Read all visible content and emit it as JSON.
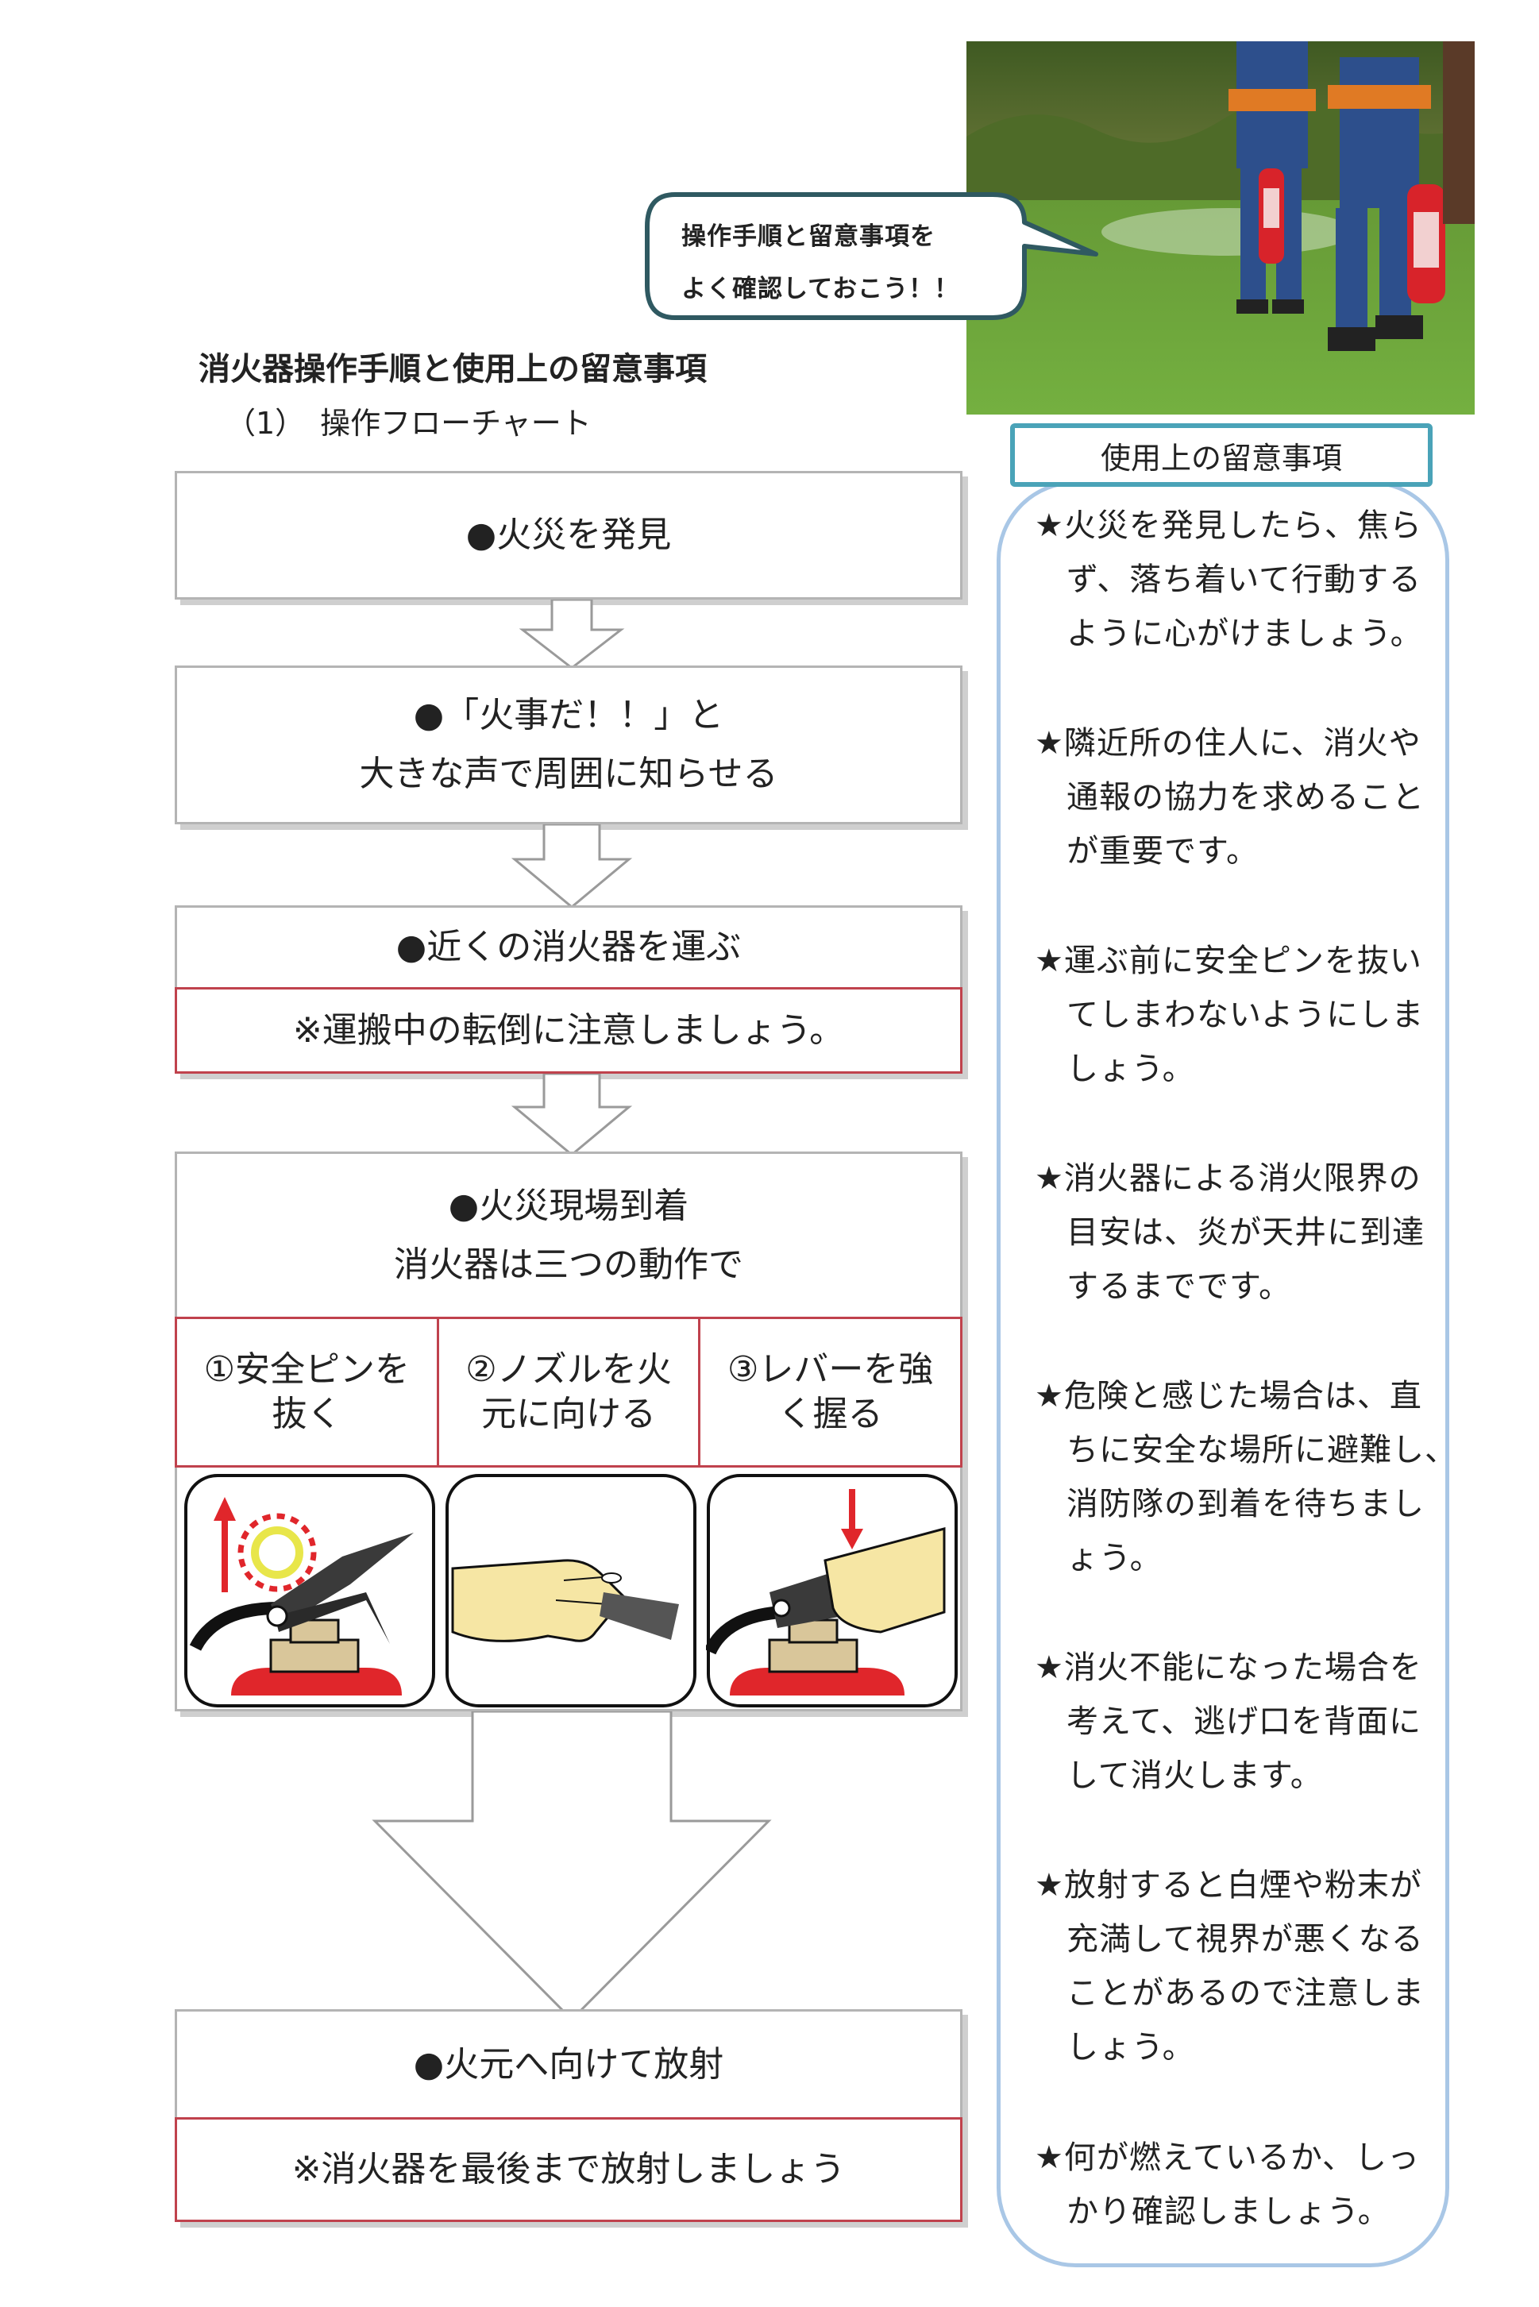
{
  "bubble": {
    "line1": "操作手順と留意事項を",
    "line2": "よく確認しておこう！！"
  },
  "heading": {
    "title": "消火器操作手順と使用上の留意事項",
    "subtitle": "（1）　操作フローチャート"
  },
  "flow": {
    "step1": "●火災を発見",
    "step2_line1": "●「火事だ！！」と",
    "step2_line2": "大きな声で周囲に知らせる",
    "step3": "●近くの消火器を運ぶ",
    "step3_note": "※運搬中の転倒に注意しましょう。",
    "step4_line1": "●火災現場到着",
    "step4_line2": "消火器は三つの動作で",
    "actions": [
      {
        "line1": "①安全ピンを",
        "line2": "抜く"
      },
      {
        "line1": "②ノズルを火",
        "line2": "元に向ける"
      },
      {
        "line1": "③レバーを強",
        "line2": "く握る"
      }
    ],
    "step5": "●火元へ向けて放射",
    "step5_note": "※消火器を最後まで放射しましょう"
  },
  "notes": {
    "title": "使用上の留意事項",
    "items": [
      {
        "l1": "★火災を発見したら、焦ら",
        "rest": [
          "ず、落ち着いて行動する",
          "ように心がけましょう。"
        ]
      },
      {
        "l1": "★隣近所の住人に、消火や",
        "rest": [
          "通報の協力を求めること",
          "が重要です。"
        ]
      },
      {
        "l1": "★運ぶ前に安全ピンを抜い",
        "rest": [
          "てしまわないようにしま",
          "しょう。"
        ]
      },
      {
        "l1": "★消火器による消火限界の",
        "rest": [
          "目安は、炎が天井に到達",
          "するまでです。"
        ]
      },
      {
        "l1": "★危険と感じた場合は、直",
        "rest": [
          "ちに安全な場所に避難し、",
          "消防隊の到着を待ちまし",
          "ょう。"
        ]
      },
      {
        "l1": "★消火不能になった場合を",
        "rest": [
          "考えて、逃げ口を背面に",
          "して消火します。"
        ]
      },
      {
        "l1": "★放射すると白煙や粉末が",
        "rest": [
          "充満して視界が悪くなる",
          "ことがあるので注意しま",
          "しょう。"
        ]
      },
      {
        "l1": "★何が燃えているか、しっ",
        "rest": [
          "かり確認しましょう。"
        ]
      }
    ]
  },
  "colors": {
    "accent_red": "#c0424d",
    "teal": "#4aa3b8",
    "panel_blue": "#a9c7e6",
    "grass": "#5f9a36"
  }
}
